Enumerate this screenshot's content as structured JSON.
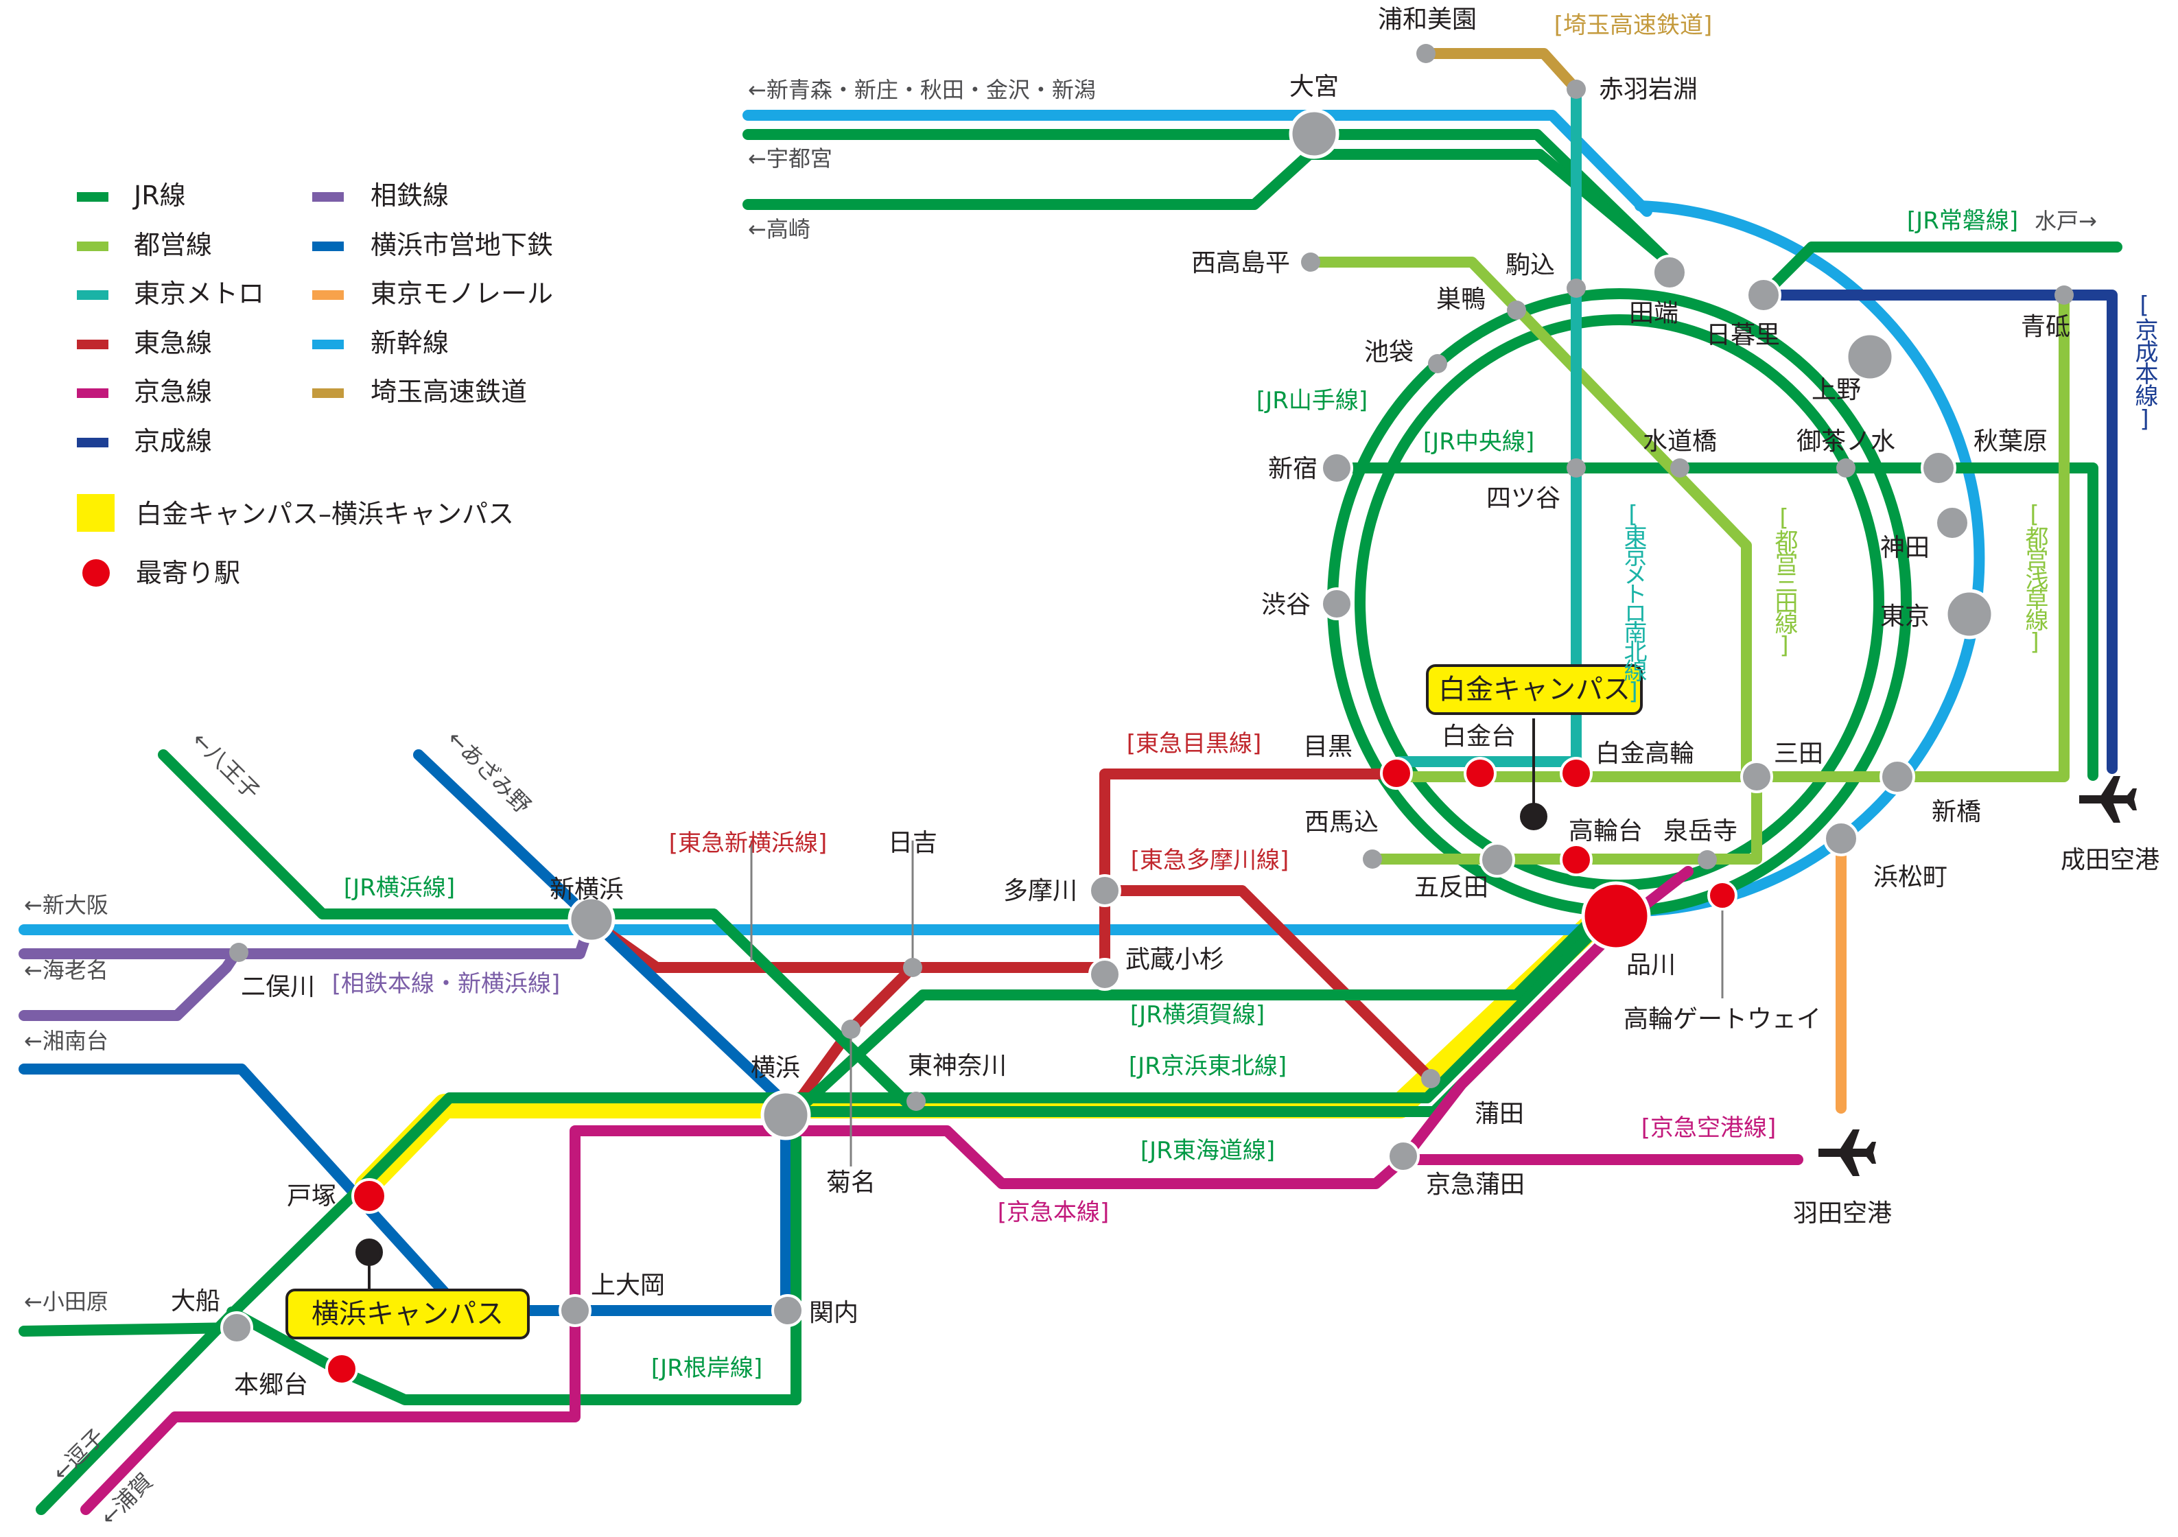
{
  "colors": {
    "jr": "#009944",
    "toei": "#8dc63f",
    "metro": "#1ab3a6",
    "tokyu": "#c1272d",
    "keikyu": "#c2187b",
    "keisei": "#1d3f94",
    "sotetsu": "#7b5ea7",
    "yokohama_subway": "#0068b7",
    "monorail": "#f7a24b",
    "shinkansen": "#1aa7e4",
    "saitama": "#c49a3d",
    "campus_route": "#fff100",
    "nearest": "#e60012",
    "station": "#9d9fa2"
  },
  "legend": [
    {
      "label": "JR線",
      "color_key": "jr"
    },
    {
      "label": "都営線",
      "color_key": "toei"
    },
    {
      "label": "東京メトロ",
      "color_key": "metro"
    },
    {
      "label": "東急線",
      "color_key": "tokyu"
    },
    {
      "label": "京急線",
      "color_key": "keikyu"
    },
    {
      "label": "京成線",
      "color_key": "keisei"
    },
    {
      "label": "相鉄線",
      "color_key": "sotetsu"
    },
    {
      "label": "横浜市営地下鉄",
      "color_key": "yokohama_subway"
    },
    {
      "label": "東京モノレール",
      "color_key": "monorail"
    },
    {
      "label": "新幹線",
      "color_key": "shinkansen"
    },
    {
      "label": "埼玉高速鉄道",
      "color_key": "saitama"
    }
  ],
  "legend_extra": {
    "campus_route": "白金キャンパス–横浜キャンパス",
    "nearest_station": "最寄り駅"
  },
  "campuses": {
    "shirokane": "白金キャンパス",
    "yokohama": "横浜キャンパス"
  },
  "stations": {
    "omiya": "大宮",
    "urawamisono": "浦和美園",
    "akabaneiwabuchi": "赤羽岩淵",
    "nishitakashimadaira": "西高島平",
    "komagome": "駒込",
    "sugamo": "巣鴨",
    "ikebukuro": "池袋",
    "tabata": "田端",
    "nippori": "日暮里",
    "aoto": "青砥",
    "ueno": "上野",
    "shinjuku": "新宿",
    "yotsuya": "四ツ谷",
    "suidobashi": "水道橋",
    "ochanomizu": "御茶ノ水",
    "akihabara": "秋葉原",
    "kanda": "神田",
    "tokyo": "東京",
    "shibuya": "渋谷",
    "meguro": "目黒",
    "shirokanedai": "白金台",
    "shirokanetakanawa": "白金高輪",
    "mita": "三田",
    "shimbashi": "新橋",
    "nishimagome": "西馬込",
    "gotanda": "五反田",
    "takanawadai": "高輪台",
    "sengakuji": "泉岳寺",
    "hamamatsucho": "浜松町",
    "shinagawa": "品川",
    "takanawagateway": "高輪ゲートウェイ",
    "tamagawa": "多摩川",
    "musashikosugi": "武蔵小杉",
    "hiyoshi": "日吉",
    "shinyokohama": "新横浜",
    "futamatagawa": "二俣川",
    "yokohama": "横浜",
    "higashikanagawa": "東神奈川",
    "kikuna": "菊名",
    "kamata": "蒲田",
    "keikyukamata": "京急蒲田",
    "totsuka": "戸塚",
    "ofuna": "大船",
    "hongodai": "本郷台",
    "kamiooka": "上大岡",
    "kannai": "関内",
    "narita": "成田空港",
    "haneda": "羽田空港"
  },
  "line_labels": {
    "saitama": "[埼玉高速鉄道]",
    "joban": "[JR常磐線]",
    "keisei_main": "[京成本線]",
    "yamanote": "[JR山手線]",
    "chuo": "[JR中央線]",
    "namboku": "[東京メトロ南北線]",
    "mita_line": "[都営三田線]",
    "asakusa": "[都営浅草線]",
    "meguro_line": "[東急目黒線]",
    "tamagawa_line": "[東急多摩川線]",
    "shinyokohama_line": "[東急新横浜線]",
    "jr_yokohama": "[JR横浜線]",
    "sotetsu_line": "[相鉄本線・新横浜線]",
    "yokosuka": "[JR横須賀線]",
    "keihin_tohoku": "[JR京浜東北線]",
    "tokaido": "[JR東海道線]",
    "keikyu_main": "[京急本線]",
    "keikyu_airport": "[京急空港線]",
    "negishi": "[JR根岸線]"
  },
  "directions": {
    "aomori": "←新青森・新庄・秋田・金沢・新潟",
    "utsunomiya": "←宇都宮",
    "takasaki": "←高崎",
    "mito": "水戸→",
    "hachioji": "←八王子",
    "azamino": "←あざみ野",
    "shinosaka": "←新大阪",
    "ebina": "←海老名",
    "shonandai": "←湘南台",
    "odawara": "←小田原",
    "zushi": "←逗子",
    "uraga": "←浦賀"
  }
}
